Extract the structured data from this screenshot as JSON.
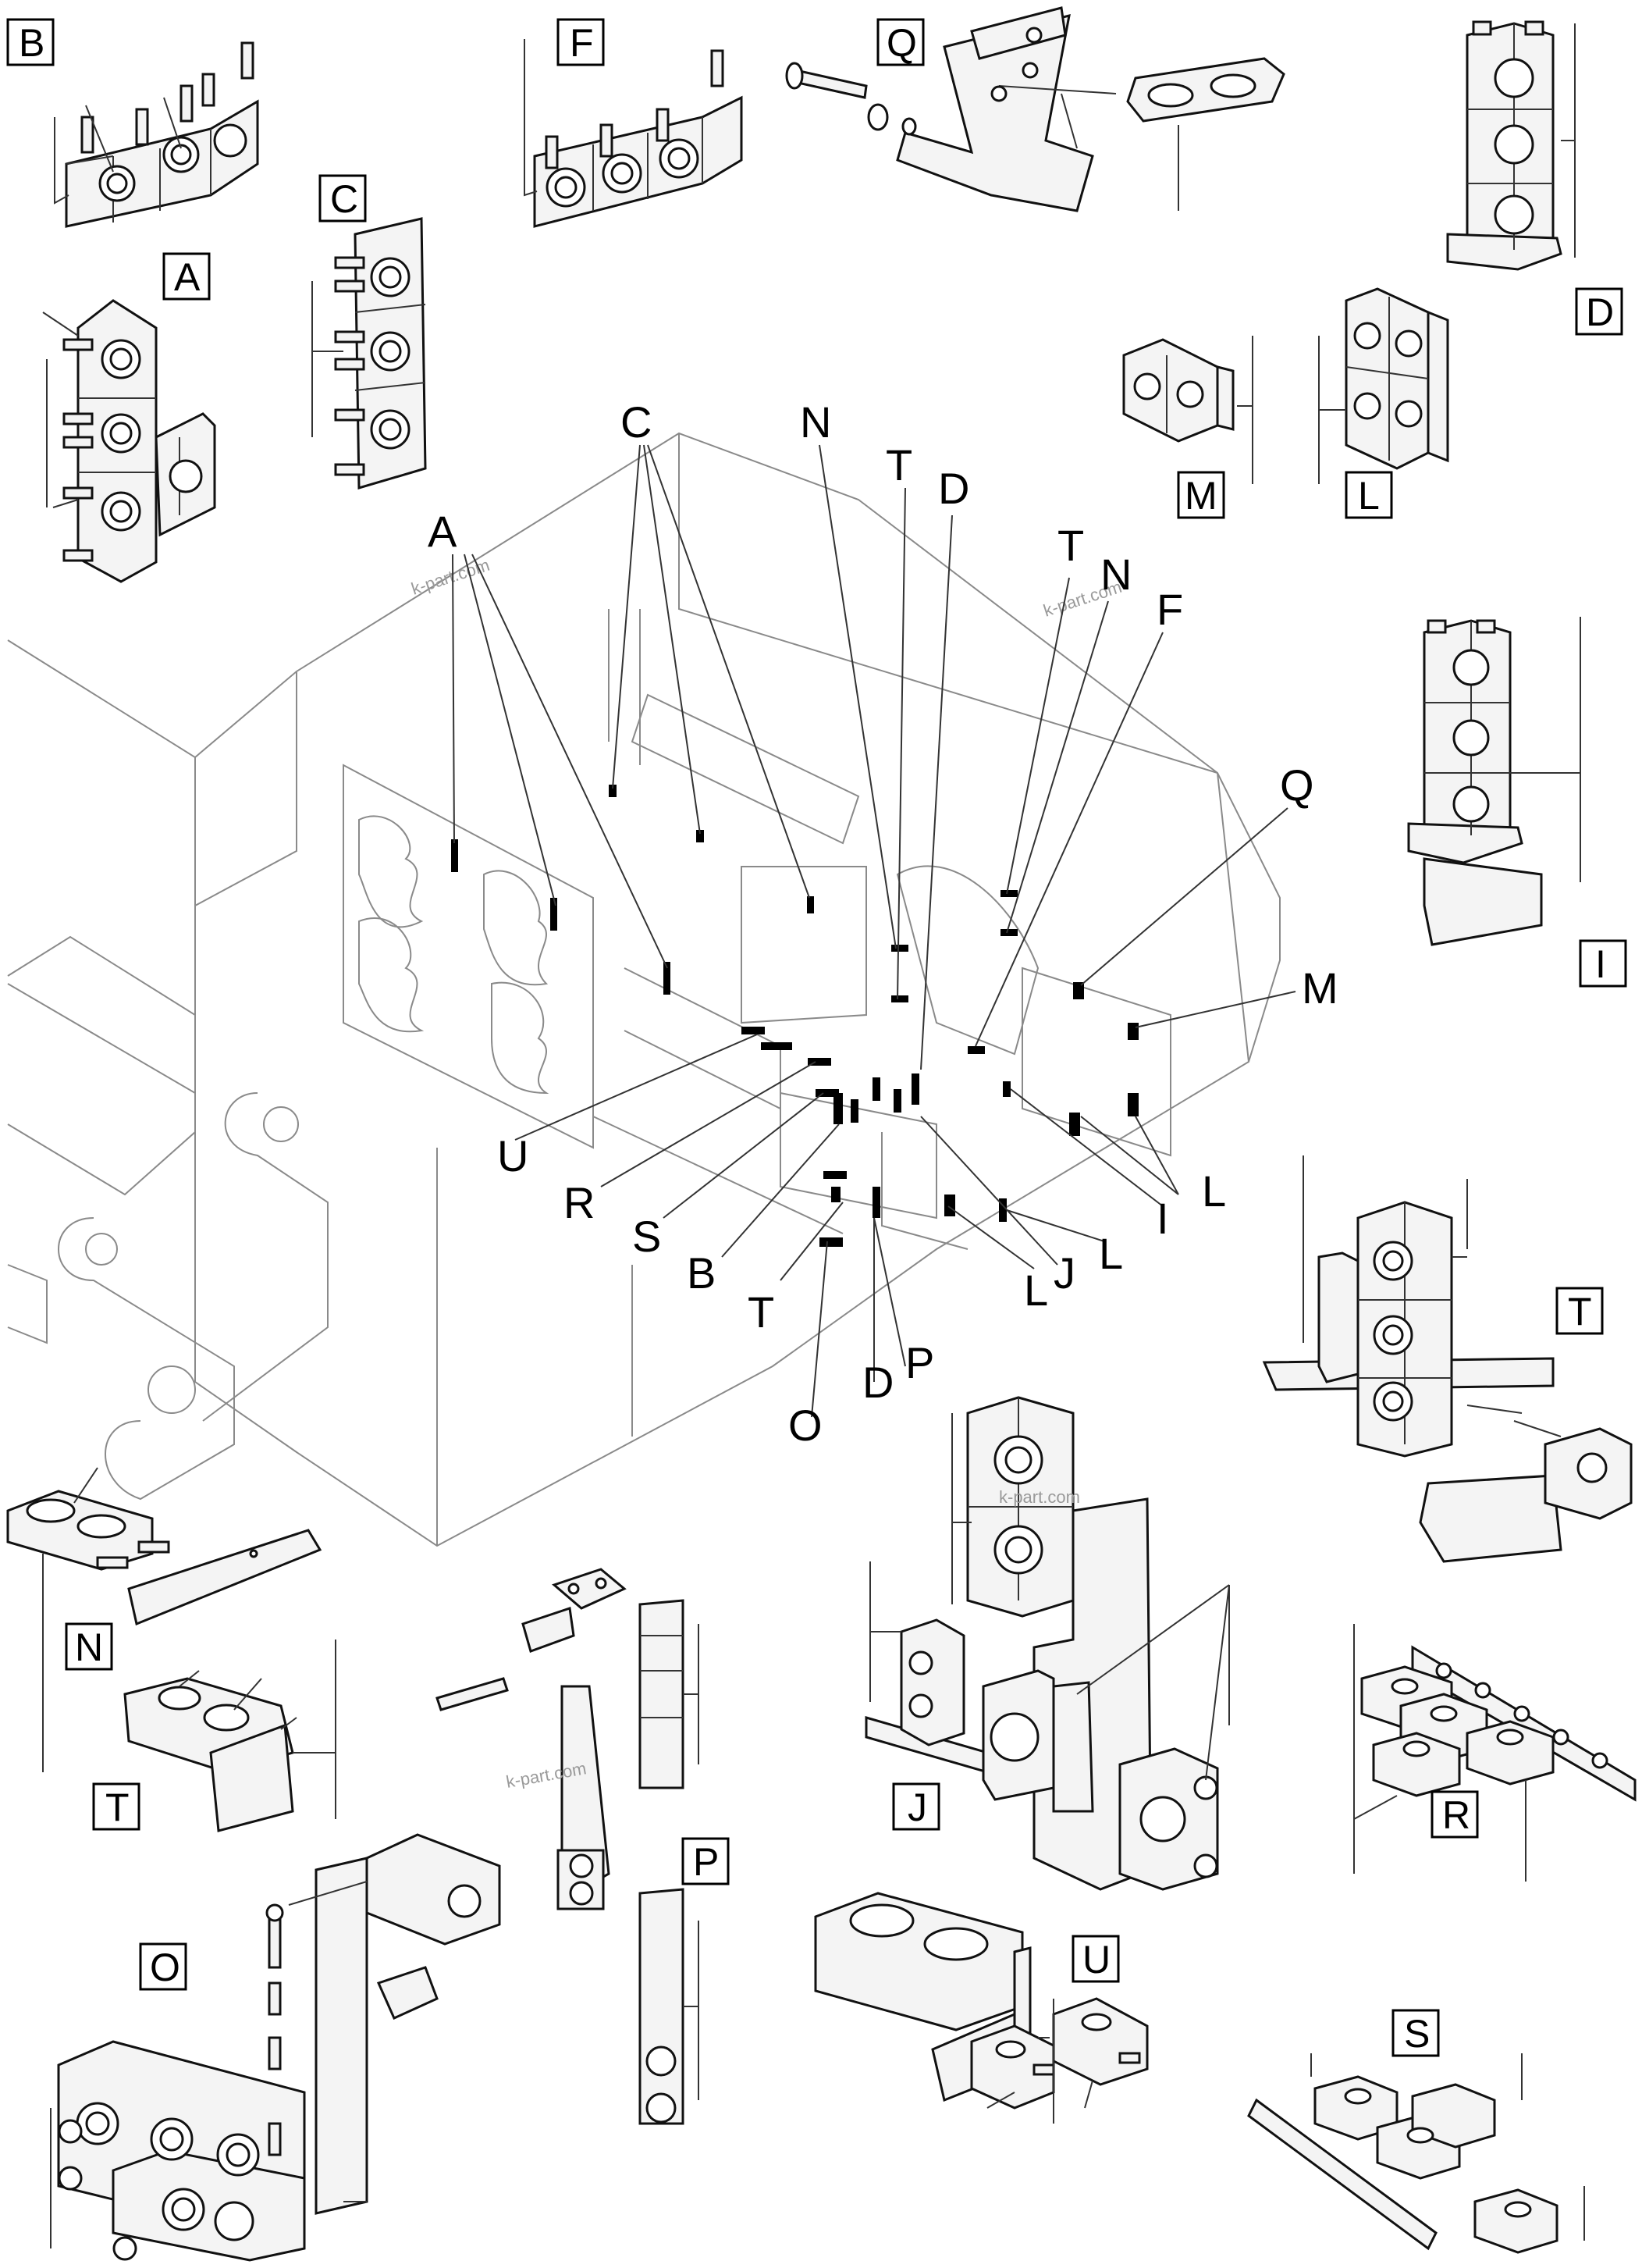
{
  "watermark": "k-part.com",
  "boxed_labels": {
    "A": "A",
    "B": "B",
    "C": "C",
    "D": "D",
    "F": "F",
    "I": "I",
    "J": "J",
    "L": "L",
    "M": "M",
    "N": "N",
    "O": "O",
    "P": "P",
    "Q": "Q",
    "R": "R",
    "S": "S",
    "T1": "T",
    "T2": "T",
    "U": "U"
  },
  "callouts": {
    "A": "A",
    "C": "C",
    "N1": "N",
    "T1": "T",
    "D1": "D",
    "T2": "T",
    "N2": "N",
    "F": "F",
    "Q": "Q",
    "M": "M",
    "U": "U",
    "R": "R",
    "S": "S",
    "B": "B",
    "T3": "T",
    "O": "O",
    "D2": "D",
    "P": "P",
    "L1": "L",
    "J": "J",
    "L2": "L",
    "I": "I",
    "L3": "L"
  }
}
